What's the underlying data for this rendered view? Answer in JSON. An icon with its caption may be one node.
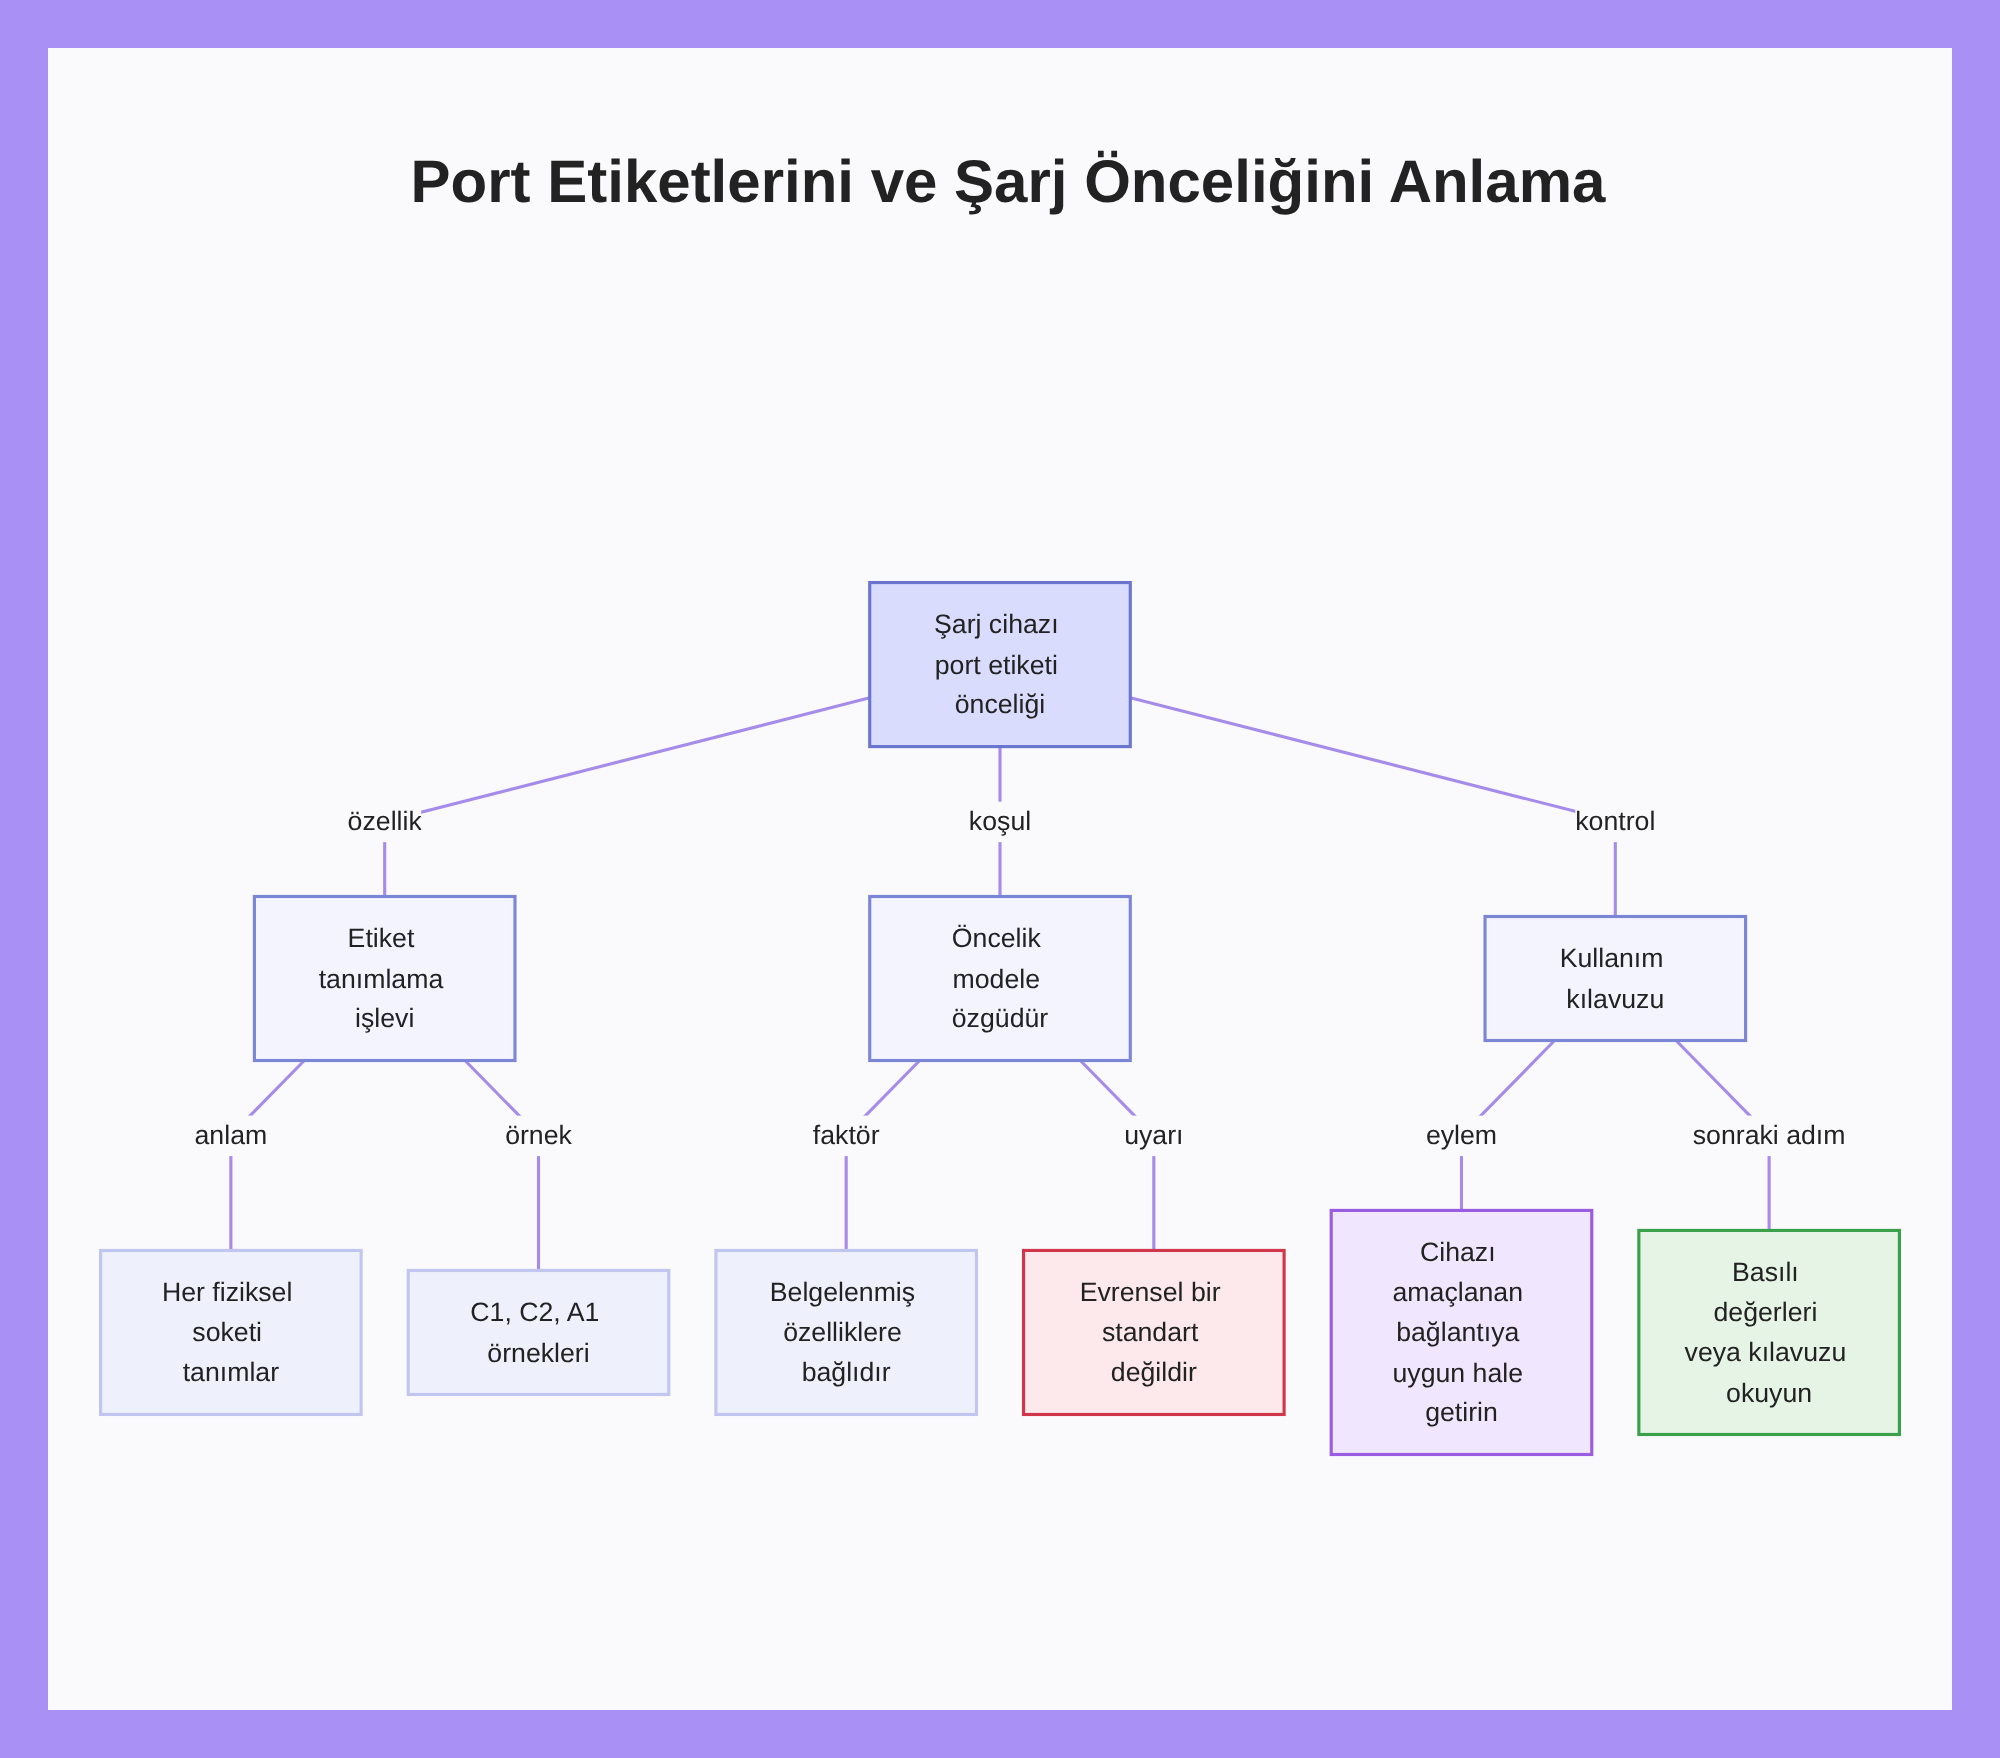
{
  "diagram": {
    "title": "Port Etiketlerini ve Şarj Önceliğini Anlama",
    "nodes": [
      {
        "text": [
          "Şarj cihazı port etiketi önceliği"
        ]
      },
      {
        "text": [
          "Etiket tanımlama işlevi"
        ]
      },
      {
        "text": [
          "Öncelik modele özgüdür"
        ]
      },
      {
        "text": [
          "Kullanım kılavuzu"
        ]
      },
      {
        "text": [
          "Her fiziksel soketi tanımlar"
        ]
      },
      {
        "text": [
          "C1, C2, A1 örnekleri"
        ]
      },
      {
        "text": [
          "Belgelenmiş özelliklere bağlıdır"
        ]
      },
      {
        "text": [
          "Evrensel bir standart değildir"
        ]
      },
      {
        "text": [
          "Cihazı amaçlanan bağlantıya uygun hale getirin"
        ]
      },
      {
        "text": [
          "Basılı değerleri veya kılavuzu okuyun"
        ]
      }
    ],
    "edges": [
      {
        "from": 0,
        "to": 1,
        "arrow": "none",
        "label": "özellik"
      },
      {
        "from": 0,
        "to": 2,
        "arrow": "none",
        "label": "koşul"
      },
      {
        "from": 0,
        "to": 3,
        "arrow": "none",
        "label": "kontrol"
      },
      {
        "from": 1,
        "to": 4,
        "arrow": "none",
        "label": "anlam"
      },
      {
        "from": 1,
        "to": 5,
        "arrow": "none",
        "label": "örnek"
      },
      {
        "from": 2,
        "to": 6,
        "arrow": "none",
        "label": "faktör"
      },
      {
        "from": 2,
        "to": 7,
        "arrow": "none",
        "label": "uyarı"
      },
      {
        "from": 3,
        "to": 8,
        "arrow": "none",
        "label": "eylem"
      },
      {
        "from": 3,
        "to": 9,
        "arrow": "none",
        "label": "sonraki adım"
      }
    ]
  }
}
